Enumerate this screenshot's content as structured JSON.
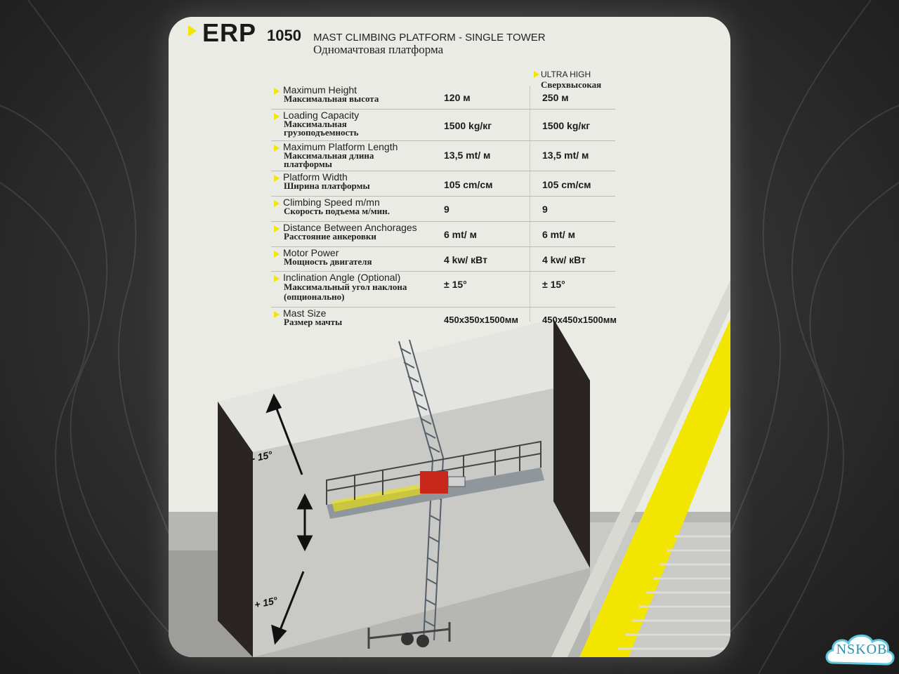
{
  "title": {
    "brand": "ERP",
    "model": "1050",
    "subtitle_en": "MAST CLIMBING PLATFORM - SINGLE TOWER",
    "subtitle_ru": "Одномачтовая платформа"
  },
  "column_header": {
    "en": "ULTRA HIGH",
    "ru": "Сверхвысокая"
  },
  "specs": [
    {
      "label_en": "Maximum Height",
      "label_ru": "Максимальная высота",
      "standard": "120 м",
      "ultra_high": "250 м"
    },
    {
      "label_en": "Loading Capacity",
      "label_ru": "Максимальная грузоподъемность",
      "standard": "1500 kg/кг",
      "ultra_high": "1500 kg/кг"
    },
    {
      "label_en": "Maximum Platform Length",
      "label_ru": "Максимальная длина платформы",
      "standard": "13,5 mt/ м",
      "ultra_high": "13,5 mt/ м"
    },
    {
      "label_en": "Platform Width",
      "label_ru": "Ширина платформы",
      "standard": "105 cm/см",
      "ultra_high": "105 cm/см"
    },
    {
      "label_en": "Climbing Speed m/mn",
      "label_ru": "Скорость подъема м/мин.",
      "standard": "9",
      "ultra_high": "9"
    },
    {
      "label_en": "Distance Between Anchorages",
      "label_ru": "Расстояние анкеровки",
      "standard": "6 mt/ м",
      "ultra_high": "6 mt/ м"
    },
    {
      "label_en": "Motor Power",
      "label_ru": "Мощность двигателя",
      "standard": "4 kw/ кВт",
      "ultra_high": "4 kw/ кВт"
    },
    {
      "label_en": "Inclination Angle (Optional)",
      "label_ru": "Максимальный угол наклона (опционально)",
      "standard": "± 15°",
      "ultra_high": "± 15°"
    },
    {
      "label_en": "Mast Size",
      "label_ru": "Размер мачты",
      "standard": "450x350x1500мм",
      "ultra_high": "450x450x1500мм"
    }
  ],
  "illustration": {
    "angle_top": "- 15°",
    "angle_bottom": "+ 15°"
  },
  "watermark": "NSKOB",
  "colors": {
    "accent_yellow": "#f2e600",
    "card_background": "#ebebe6",
    "motor_red": "#c8271b",
    "logo_blue": "#2f8fa8"
  }
}
